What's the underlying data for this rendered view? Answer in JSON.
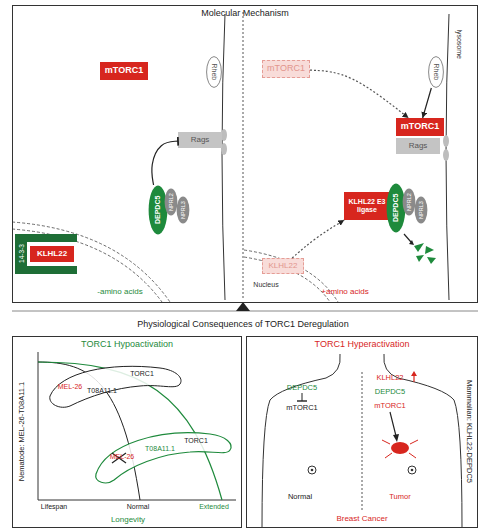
{
  "diagram": {
    "nodes": [
      {
        "text": [
          "Molecular Mechanism"
        ]
      },
      {
        "text": [
          "mTORC1"
        ],
        "in": 0
      },
      {
        "text": [
          "Rheb"
        ],
        "in": 0
      },
      {
        "text": [
          "Rags"
        ],
        "in": 0
      },
      {
        "text": [
          "DEPDC5"
        ],
        "in": 0
      },
      {
        "text": [
          "NPRL2"
        ],
        "in": 0
      },
      {
        "text": [
          "NPRL3"
        ],
        "in": 0
      },
      {
        "text": [
          "14-3-3"
        ],
        "in": 0
      },
      {
        "text": [
          "KLHL22"
        ],
        "in": 7
      },
      {
        "text": [
          "mTORC1"
        ],
        "in": 0
      },
      {
        "text": [
          "Rheb"
        ],
        "in": 0
      },
      {
        "text": [
          "mTORC1"
        ],
        "in": 0
      },
      {
        "text": [
          "Rags"
        ],
        "in": 0
      },
      {
        "text": [
          "KLHL22 E3 ligase"
        ],
        "in": 0
      },
      {
        "text": [
          "DEPDC5"
        ],
        "in": 0
      },
      {
        "text": [
          "NPRL2"
        ],
        "in": 0
      },
      {
        "text": [
          "NPRL3"
        ],
        "in": 0
      },
      {
        "text": [
          "KLHL22"
        ],
        "in": 0
      },
      {
        "text": [
          "TORC1 Hypoactivation"
        ]
      },
      {
        "text": [
          "TORC1 Hyperactivation"
        ]
      }
    ],
    "edges": [
      {
        "from": 4,
        "to": 3,
        "arrow": "to"
      },
      {
        "from": 9,
        "to": 11,
        "arrow": "to"
      },
      {
        "from": 10,
        "to": 11,
        "arrow": "to"
      },
      {
        "from": 17,
        "to": 13,
        "arrow": "to"
      }
    ],
    "labels": [
      "lysosome",
      "Nucleus",
      "-amino acids",
      "+amino acids",
      "Physiological Consequences of TORC1 Deregulation",
      "Nematode: MEL-26-T08A11.1",
      "MEL-26",
      "TORC1",
      "T08A11.1",
      "MEL-26",
      "TORC1",
      "T08A11.1",
      "Lifespan",
      "Normal",
      "Extended",
      "Longevity",
      "DEPDC5",
      "mTORC1",
      "KLHL22",
      "DEPDC5",
      "mTORC1",
      "Normal",
      "Tumor",
      "Breast Cancer",
      "Mammalian: KLHL22-DEPDC5"
    ]
  }
}
